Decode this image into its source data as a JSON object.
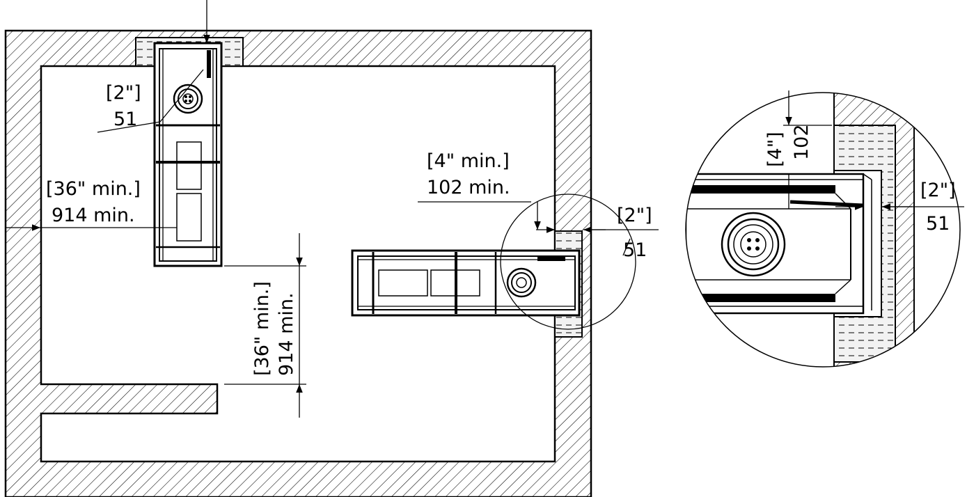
{
  "plan_view": {
    "top_unit_clearance": {
      "imperial": "[2\"]",
      "metric": "51"
    },
    "side_clearance": {
      "imperial": "[36\" min.]",
      "metric": "914 min."
    },
    "front_clearance": {
      "imperial": "[36\" min.]",
      "metric": "914 min."
    },
    "horizontal_unit_top_clearance": {
      "imperial": "[4\" min.]",
      "metric": "102 min."
    },
    "horizontal_unit_end_clearance": {
      "imperial": "[2\"]",
      "metric": "51"
    }
  },
  "detail_view": {
    "top_clearance": {
      "imperial": "[4\"]",
      "metric": "102"
    },
    "side_clearance": {
      "imperial": "[2\"]",
      "metric": "51"
    }
  },
  "colors": {
    "line": "#000000",
    "background": "#ffffff",
    "insulation": "#e9e9e9"
  }
}
